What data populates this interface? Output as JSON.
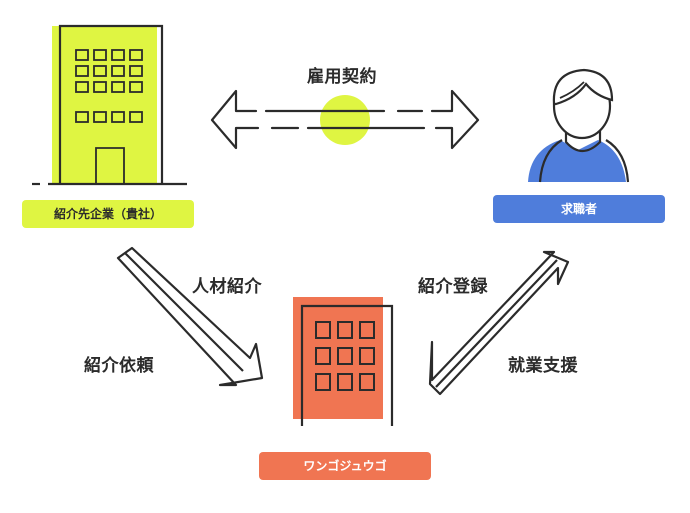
{
  "entities": {
    "client_company": {
      "label": "紹介先企業（貴社）",
      "color": "#dff542",
      "text_color": "#2b2b2b"
    },
    "job_seeker": {
      "label": "求職者",
      "color": "#4f7ddb",
      "text_color": "#ffffff"
    },
    "agency": {
      "label": "ワンゴジュウゴ",
      "color": "#f07552",
      "text_color": "#ffffff"
    }
  },
  "relations": {
    "employment_contract": "雇用契約",
    "talent_introduction": "人材紹介",
    "referral_request": "紹介依頼",
    "referral_registration": "紹介登録",
    "employment_support": "就業支援"
  },
  "colors": {
    "outline": "#2b2b2b",
    "lime": "#dff542",
    "blue": "#4f7ddb",
    "orange": "#f07552"
  }
}
